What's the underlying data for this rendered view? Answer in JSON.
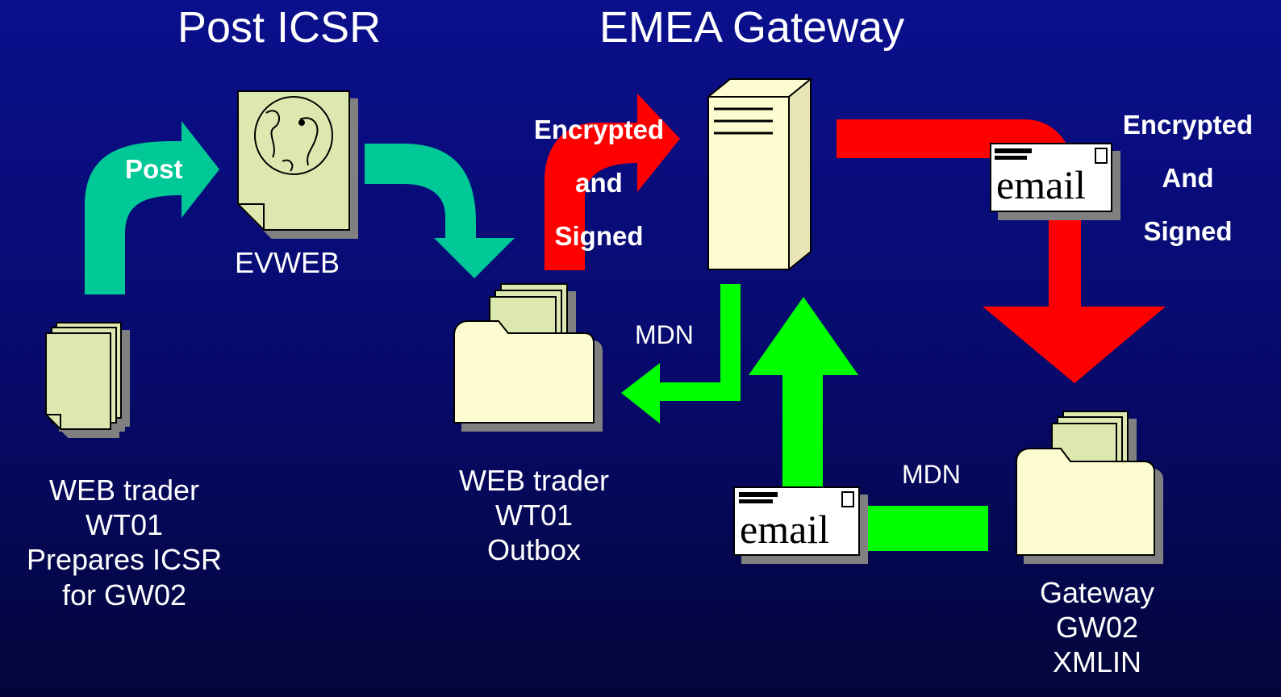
{
  "titles": {
    "left": "Post ICSR",
    "right": "EMEA Gateway"
  },
  "labels": {
    "post": "Post",
    "evweb": "EVWEB",
    "encrypted_left": [
      "Encrypted",
      "and",
      "Signed"
    ],
    "encrypted_right": [
      "Encrypted",
      "And",
      "Signed"
    ],
    "mdn_top": "MDN",
    "mdn_bottom": "MDN",
    "web_trader_left": [
      "WEB trader",
      "WT01",
      "Prepares ICSR",
      "for GW02"
    ],
    "web_trader_outbox": [
      "WEB trader",
      "WT01",
      "Outbox"
    ],
    "gateway": [
      "Gateway",
      "GW02",
      "XMLIN"
    ],
    "email_top": "email",
    "email_bottom": "email"
  },
  "colors": {
    "background": "#0a0f8c",
    "teal_arrow": "#00c896",
    "red_arrow": "#ff0000",
    "green_arrow": "#00ff00",
    "document_fill": "#dde8b0",
    "folder_fill": "#fdfbd0"
  },
  "icons": [
    "document-stack-icon",
    "globe-document-icon",
    "folder-icon",
    "server-icon",
    "email-envelope-icon"
  ]
}
